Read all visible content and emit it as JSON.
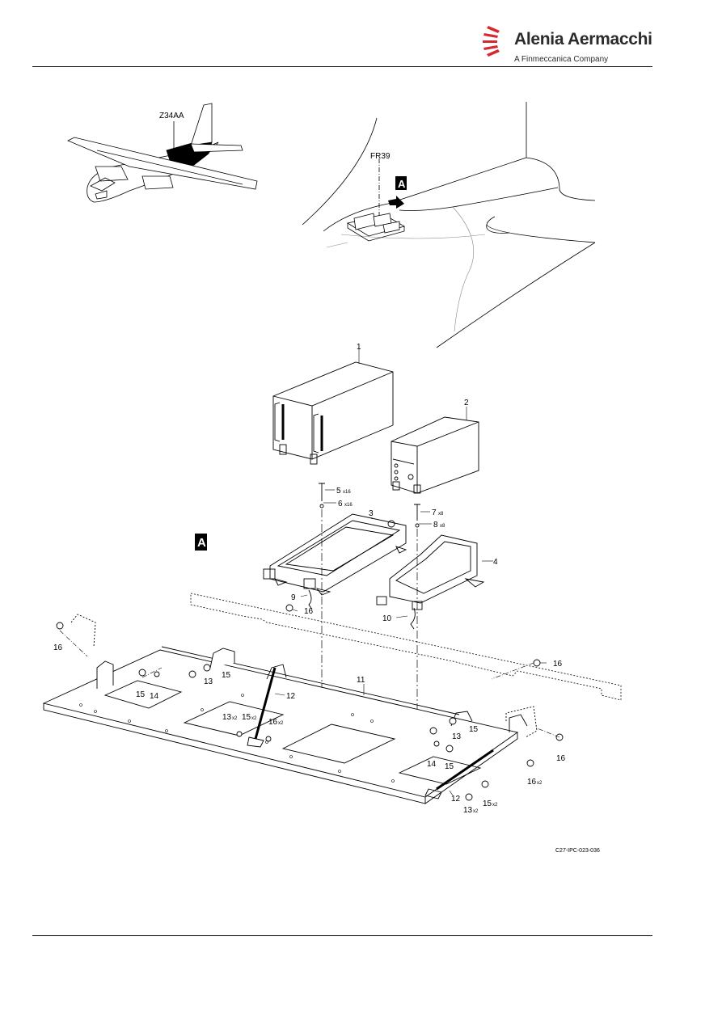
{
  "header": {
    "logo": {
      "name": "Alenia Aermacchi",
      "subtitle": "A Finmeccanica Company",
      "accent_color": "#d6282e",
      "icon": "stripes-logo-icon"
    }
  },
  "locator": {
    "zone": "Z34AA",
    "frame": "FR39",
    "view_marker": "A"
  },
  "detail": {
    "view_label": "A",
    "callouts": {
      "c1": "1",
      "c2": "2",
      "c3": "3",
      "c4": "4",
      "c5": "5",
      "c5q": "x16",
      "c6": "6",
      "c6q": "x16",
      "c7": "7",
      "c7q": "x8",
      "c8": "8",
      "c8q": "x8",
      "c9": "9",
      "c10": "10",
      "c11": "11",
      "c12a": "12",
      "c12b": "12",
      "c13a": "13",
      "c13b": "13",
      "c13c": "13",
      "c13cq": "x2",
      "c13d": "13",
      "c13dq": "x2",
      "c14a": "14",
      "c14b": "14",
      "c15a": "15",
      "c15b": "15",
      "c15c": "15",
      "c15cq": "x2",
      "c15d": "15",
      "c15e": "15",
      "c15eq": "x2",
      "c16a": "16",
      "c16b": "16",
      "c16c": "16",
      "c16d": "16",
      "c16e": "16",
      "c16eq": "x2",
      "c16f": "16",
      "c16fq": "x2"
    }
  },
  "figure_id": "C27-IPC-023-036"
}
